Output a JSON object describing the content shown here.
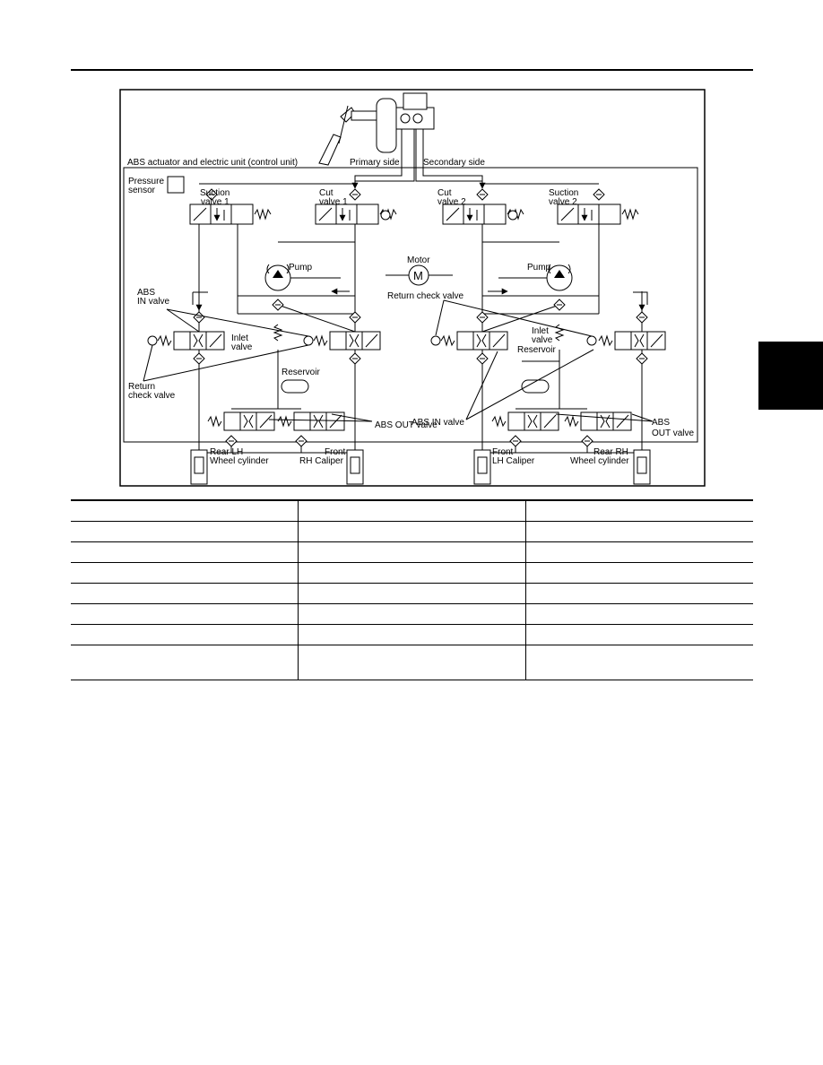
{
  "labels": {
    "unit_title": "ABS actuator and electric unit (control unit)",
    "primary_side": "Primary side",
    "secondary_side": "Secondary side",
    "pressure_sensor_1": "Pressure",
    "pressure_sensor_2": "sensor",
    "suction_valve_1_a": "Suction",
    "suction_valve_1_b": "valve 1",
    "cut_valve_1_a": "Cut",
    "cut_valve_1_b": "valve 1",
    "cut_valve_2_a": "Cut",
    "cut_valve_2_b": "valve 2",
    "suction_valve_2_a": "Suction",
    "suction_valve_2_b": "valve 2",
    "pump_left": "Pump",
    "pump_right": "Pump",
    "motor": "Motor",
    "motor_symbol": "M",
    "return_check_valve_center": "Return check valve",
    "abs_in_valve_left_a": "ABS",
    "abs_in_valve_left_b": "IN valve",
    "inlet_valve_left_a": "Inlet",
    "inlet_valve_left_b": "valve",
    "inlet_valve_right_a": "Inlet",
    "inlet_valve_right_b": "valve",
    "reservoir_left": "Reservoir",
    "reservoir_right": "Reservoir",
    "return_check_valve_left_a": "Return",
    "return_check_valve_left_b": "check valve",
    "abs_in_valve_right": "ABS IN valve",
    "abs_out_valve_left": "ABS OUT valve",
    "abs_out_valve_right_a": "ABS",
    "abs_out_valve_right_b": "OUT valve",
    "rear_lh_a": "Rear LH",
    "rear_lh_b": "Wheel cylinder",
    "front_rh_a": "Front",
    "front_rh_b": "RH Caliper",
    "front_lh_a": "Front",
    "front_lh_b": "LH Caliper",
    "rear_rh_a": "Rear RH",
    "rear_rh_b": "Wheel cylinder"
  },
  "table": {
    "rows": [
      [
        "",
        "",
        ""
      ],
      [
        "",
        "",
        ""
      ],
      [
        "",
        "",
        ""
      ],
      [
        "",
        "",
        ""
      ],
      [
        "",
        "",
        ""
      ],
      [
        "",
        "",
        ""
      ],
      [
        "",
        "",
        ""
      ],
      [
        "",
        "",
        ""
      ]
    ]
  }
}
